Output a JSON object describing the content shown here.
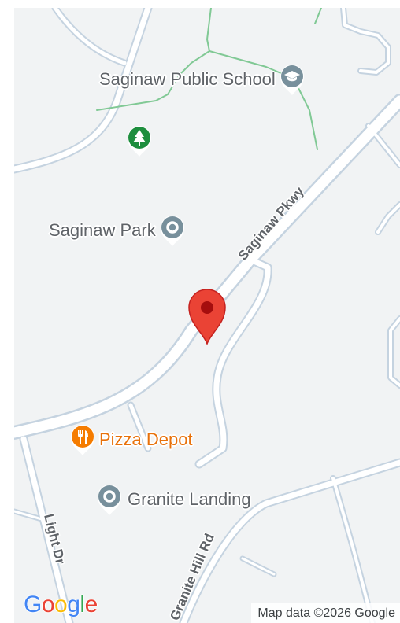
{
  "map": {
    "colors": {
      "background": "#f1f3f4",
      "road_fill": "#ffffff",
      "road_casing": "#c5d3e0",
      "trail": "#81c995",
      "label_gray": "#5f6368",
      "food_orange": "#e8710a",
      "park_green": "#1e8e3e",
      "pin_red": "#ea4335"
    },
    "roads": {
      "main": "Saginaw Pkwy",
      "light_dr": "Light Dr",
      "granite_hill": "Granite Hill Rd"
    },
    "places": {
      "school": "Saginaw Public School",
      "park": "Saginaw Park",
      "pizza": "Pizza Depot",
      "granite": "Granite Landing"
    },
    "icons": {
      "school": "graduation-cap-icon",
      "park": "place-marker-icon",
      "tree": "tree-icon",
      "pizza": "fork-knife-icon",
      "granite": "place-marker-icon",
      "pin": "location-pin-icon"
    }
  },
  "branding": {
    "logo": "Google",
    "logo_colors": [
      "#4285f4",
      "#ea4335",
      "#fbbc05",
      "#4285f4",
      "#34a853",
      "#ea4335"
    ]
  },
  "attribution": "Map data ©2026 Google"
}
